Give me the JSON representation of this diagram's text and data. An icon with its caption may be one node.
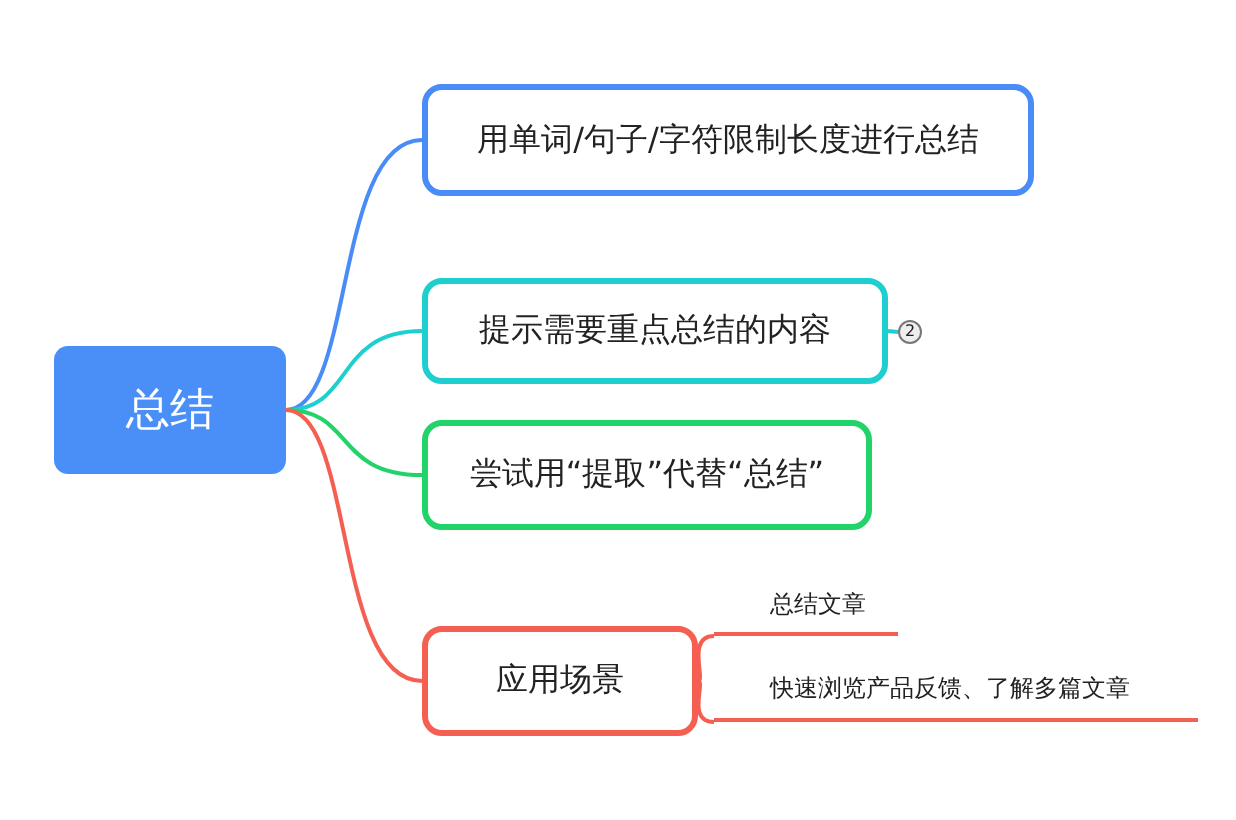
{
  "diagram": {
    "nodes": [
      {
        "text": [
          "总结"
        ]
      },
      {
        "text": [
          "用单词/句子/字符限制长度进行总结"
        ]
      },
      {
        "text": [
          "提示需要重点总结的内容"
        ]
      },
      {
        "text": [
          "尝试用“提取”代替“总结”"
        ]
      },
      {
        "text": [
          "应用场景"
        ]
      },
      {
        "text": [
          "总结文章"
        ]
      },
      {
        "text": [
          "快速浏览产品反馈、了解多篇文章"
        ]
      },
      {
        "text": [
          "2"
        ]
      }
    ],
    "edges": [
      {
        "from": 0,
        "to": 1,
        "arrow": "none",
        "color": "#4a8cf7"
      },
      {
        "from": 0,
        "to": 2,
        "arrow": "none",
        "color": "#1fcfcf"
      },
      {
        "from": 0,
        "to": 3,
        "arrow": "none",
        "color": "#22d36a"
      },
      {
        "from": 0,
        "to": 4,
        "arrow": "none",
        "color": "#f55f52"
      },
      {
        "from": 4,
        "to": 5,
        "arrow": "none",
        "color": "#f55f52"
      },
      {
        "from": 4,
        "to": 6,
        "arrow": "none",
        "color": "#f55f52"
      },
      {
        "from": 2,
        "to": 7,
        "arrow": "none",
        "color": "#1fcfcf"
      }
    ]
  }
}
